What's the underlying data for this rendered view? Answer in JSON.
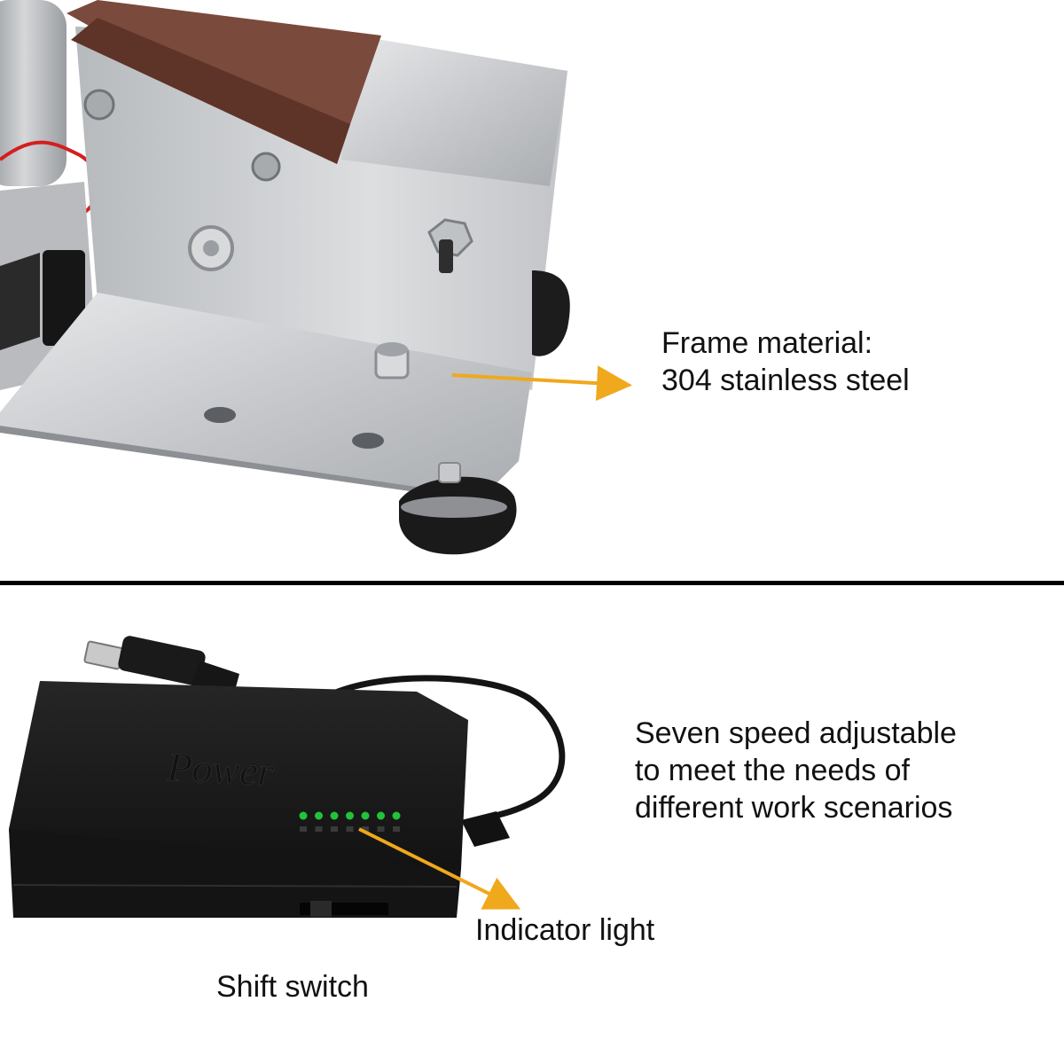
{
  "captions": {
    "frame_material": "Frame material:\n304 stainless steel",
    "speed": "Seven speed adjustable\nto meet the needs of\ndifferent work scenarios",
    "indicator": "Indicator light",
    "shift_switch": "Shift switch"
  },
  "adapter": {
    "logo_text": "Power",
    "indicator_count": 7
  },
  "colors": {
    "arrow": "#f0a81c",
    "divider": "#000000",
    "led": "#22c23a",
    "steel": "#c9cbcd",
    "adapter_body": "#1b1b1b",
    "belt": "#7a4a3c"
  }
}
